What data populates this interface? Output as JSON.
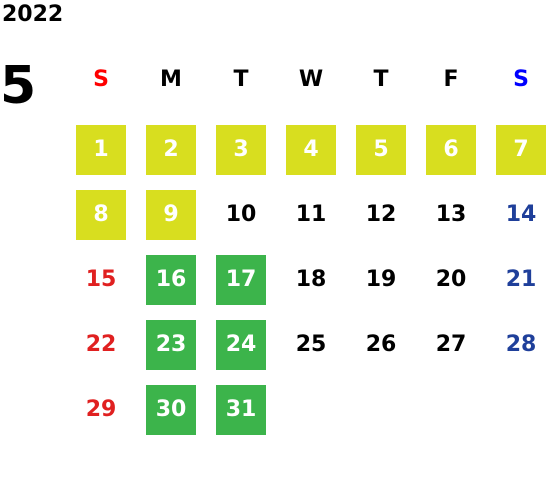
{
  "calendar": {
    "year": "2022",
    "month": "5",
    "weekdays": [
      {
        "label": "S",
        "color": "#ff0000"
      },
      {
        "label": "M",
        "color": "#000000"
      },
      {
        "label": "T",
        "color": "#000000"
      },
      {
        "label": "W",
        "color": "#000000"
      },
      {
        "label": "T",
        "color": "#000000"
      },
      {
        "label": "F",
        "color": "#000000"
      },
      {
        "label": "S",
        "color": "#0000ff"
      }
    ],
    "highlight_colors": {
      "yellow": "#d8de1f",
      "green": "#3cb44b"
    },
    "text_colors": {
      "sunday": "#e02020",
      "saturday": "#1f3f9a",
      "weekday": "#000000",
      "on_highlight": "#ffffff"
    },
    "days": [
      {
        "label": "1",
        "row": 0,
        "col": 0,
        "highlight": "yellow"
      },
      {
        "label": "2",
        "row": 0,
        "col": 1,
        "highlight": "yellow"
      },
      {
        "label": "3",
        "row": 0,
        "col": 2,
        "highlight": "yellow"
      },
      {
        "label": "4",
        "row": 0,
        "col": 3,
        "highlight": "yellow"
      },
      {
        "label": "5",
        "row": 0,
        "col": 4,
        "highlight": "yellow"
      },
      {
        "label": "6",
        "row": 0,
        "col": 5,
        "highlight": "yellow"
      },
      {
        "label": "7",
        "row": 0,
        "col": 6,
        "highlight": "yellow"
      },
      {
        "label": "8",
        "row": 1,
        "col": 0,
        "highlight": "yellow"
      },
      {
        "label": "9",
        "row": 1,
        "col": 1,
        "highlight": "yellow"
      },
      {
        "label": "10",
        "row": 1,
        "col": 2,
        "highlight": null
      },
      {
        "label": "11",
        "row": 1,
        "col": 3,
        "highlight": null
      },
      {
        "label": "12",
        "row": 1,
        "col": 4,
        "highlight": null
      },
      {
        "label": "13",
        "row": 1,
        "col": 5,
        "highlight": null
      },
      {
        "label": "14",
        "row": 1,
        "col": 6,
        "highlight": null
      },
      {
        "label": "15",
        "row": 2,
        "col": 0,
        "highlight": null
      },
      {
        "label": "16",
        "row": 2,
        "col": 1,
        "highlight": "green"
      },
      {
        "label": "17",
        "row": 2,
        "col": 2,
        "highlight": "green"
      },
      {
        "label": "18",
        "row": 2,
        "col": 3,
        "highlight": null
      },
      {
        "label": "19",
        "row": 2,
        "col": 4,
        "highlight": null
      },
      {
        "label": "20",
        "row": 2,
        "col": 5,
        "highlight": null
      },
      {
        "label": "21",
        "row": 2,
        "col": 6,
        "highlight": null
      },
      {
        "label": "22",
        "row": 3,
        "col": 0,
        "highlight": null
      },
      {
        "label": "23",
        "row": 3,
        "col": 1,
        "highlight": "green"
      },
      {
        "label": "24",
        "row": 3,
        "col": 2,
        "highlight": "green"
      },
      {
        "label": "25",
        "row": 3,
        "col": 3,
        "highlight": null
      },
      {
        "label": "26",
        "row": 3,
        "col": 4,
        "highlight": null
      },
      {
        "label": "27",
        "row": 3,
        "col": 5,
        "highlight": null
      },
      {
        "label": "28",
        "row": 3,
        "col": 6,
        "highlight": null
      },
      {
        "label": "29",
        "row": 4,
        "col": 0,
        "highlight": null
      },
      {
        "label": "30",
        "row": 4,
        "col": 1,
        "highlight": "green"
      },
      {
        "label": "31",
        "row": 4,
        "col": 2,
        "highlight": "green"
      }
    ]
  }
}
